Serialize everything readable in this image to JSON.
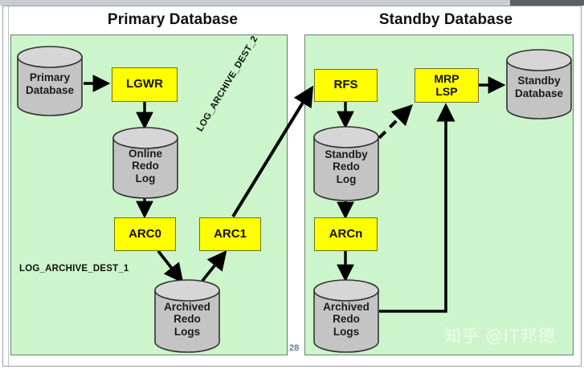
{
  "page": {
    "page_number": "28",
    "watermark": "知乎 @IT邦德"
  },
  "panels": [
    {
      "id": "primary",
      "title": "Primary Database"
    },
    {
      "id": "standby",
      "title": "Standby Database"
    }
  ],
  "primary": {
    "title": "Primary Database",
    "nodes": {
      "primary_db": {
        "lines": [
          "Primary",
          "Database"
        ],
        "shape": "cylinder"
      },
      "lgwr": {
        "label": "LGWR",
        "shape": "process-box"
      },
      "online_redo_log": {
        "lines": [
          "Online",
          "Redo",
          "Log"
        ],
        "shape": "cylinder"
      },
      "arc0": {
        "label": "ARC0",
        "shape": "process-box"
      },
      "arc1": {
        "label": "ARC1",
        "shape": "process-box"
      },
      "archived_redo_logs": {
        "lines": [
          "Archived",
          "Redo",
          "Logs"
        ],
        "shape": "cylinder"
      }
    },
    "labels": {
      "dest1": "LOG_ARCHIVE_DEST_1",
      "dest2": "LOG_ARCHIVE_DEST_2"
    }
  },
  "standby": {
    "title": "Standby Database",
    "nodes": {
      "rfs": {
        "label": "RFS",
        "shape": "process-box"
      },
      "mrp_lsp": {
        "lines": [
          "MRP",
          "LSP"
        ],
        "shape": "process-box"
      },
      "standby_db": {
        "lines": [
          "Standby",
          "Database"
        ],
        "shape": "cylinder"
      },
      "standby_redo_log": {
        "lines": [
          "Standby",
          "Redo",
          "Log"
        ],
        "shape": "cylinder"
      },
      "arcn": {
        "label": "ARCn",
        "shape": "process-box"
      },
      "archived_redo_logs": {
        "lines": [
          "Archived",
          "Redo",
          "Logs"
        ],
        "shape": "cylinder"
      }
    }
  },
  "colors": {
    "panel_background": "#ccf5cc",
    "process_box": "#ffff00",
    "cylinder_fill": "#c4c4c4",
    "cylinder_top": "#d4d4d4",
    "connector": "#000000",
    "page_number": "#5d7fa6"
  },
  "connectors": [
    {
      "from": "primary_db",
      "to": "lgwr",
      "style": "solid-arrow"
    },
    {
      "from": "lgwr",
      "to": "online_redo_log",
      "style": "solid-arrow"
    },
    {
      "from": "online_redo_log",
      "to": "arc0",
      "style": "solid-arrow"
    },
    {
      "from": "arc0",
      "to": "archived_redo_logs",
      "style": "solid-arrow"
    },
    {
      "from": "archived_redo_logs",
      "to": "arc1",
      "style": "solid-arrow"
    },
    {
      "from": "arc1",
      "to": "rfs",
      "style": "solid-arrow",
      "label": "LOG_ARCHIVE_DEST_2"
    },
    {
      "from": "rfs",
      "to": "standby_redo_log",
      "style": "solid-arrow"
    },
    {
      "from": "standby_redo_log",
      "to": "mrp_lsp",
      "style": "dashed-arrow"
    },
    {
      "from": "standby_redo_log",
      "to": "arcn",
      "style": "solid-arrow"
    },
    {
      "from": "arcn",
      "to": "standby_archived_redo_logs",
      "style": "solid-arrow"
    },
    {
      "from": "standby_archived_redo_logs",
      "to": "mrp_lsp",
      "style": "solid-arrow-elbow"
    },
    {
      "from": "mrp_lsp",
      "to": "standby_db",
      "style": "solid-arrow"
    }
  ]
}
